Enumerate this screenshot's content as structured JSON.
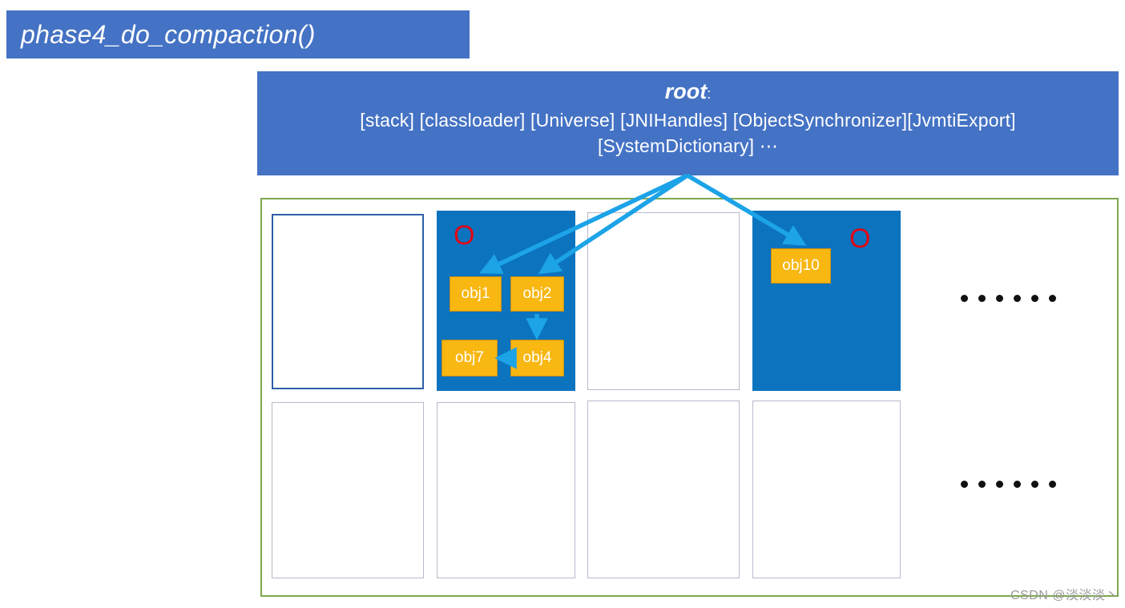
{
  "title_banner": {
    "text": "phase4_do_compaction()",
    "background": "#4472C4",
    "text_color": "#ffffff"
  },
  "root_box": {
    "heading": "root",
    "heading_suffix": ":",
    "line1": "[stack]  [classloader]  [Universe]  [JNIHandles]  [ObjectSynchronizer][JvmtiExport]",
    "line2": "[SystemDictionary]  ⋯",
    "background": "#4472C4",
    "text_color": "#ffffff"
  },
  "heap": {
    "border_color": "#7DA84F",
    "region_fill_color": "#0C73BE",
    "object_fill_color": "#F8B711",
    "marker_color": "#E30613",
    "arrow_color": "#1CA3E8",
    "rows": [
      {
        "row_index": 0,
        "regions": [
          {
            "id": "r1c1",
            "style": "blue-outline",
            "label": "",
            "marker": ""
          },
          {
            "id": "r1c2",
            "style": "filled",
            "label": "",
            "marker": "O"
          },
          {
            "id": "r1c3",
            "style": "empty-outline",
            "label": "",
            "marker": ""
          },
          {
            "id": "r1c4",
            "style": "filled",
            "label": "",
            "marker": "O"
          }
        ],
        "trailing_dots": 6
      },
      {
        "row_index": 1,
        "regions": [
          {
            "id": "r2c1",
            "style": "empty-outline",
            "label": "",
            "marker": ""
          },
          {
            "id": "r2c2",
            "style": "empty-outline",
            "label": "",
            "marker": ""
          },
          {
            "id": "r2c3",
            "style": "empty-outline",
            "label": "",
            "marker": ""
          },
          {
            "id": "r2c4",
            "style": "empty-outline",
            "label": "",
            "marker": ""
          }
        ],
        "trailing_dots": 6
      }
    ],
    "objects": [
      {
        "id": "obj1",
        "label": "obj1",
        "region": "r1c2"
      },
      {
        "id": "obj2",
        "label": "obj2",
        "region": "r1c2"
      },
      {
        "id": "obj7",
        "label": "obj7",
        "region": "r1c2"
      },
      {
        "id": "obj4",
        "label": "obj4",
        "region": "r1c2"
      },
      {
        "id": "obj10",
        "label": "obj10",
        "region": "r1c4"
      }
    ],
    "arrows": [
      {
        "from": "root",
        "to": "obj1"
      },
      {
        "from": "root",
        "to": "obj2"
      },
      {
        "from": "root",
        "to": "obj10"
      },
      {
        "from": "obj2",
        "to": "obj4"
      },
      {
        "from": "obj4",
        "to": "obj7"
      }
    ]
  },
  "watermark": {
    "text": "CSDN @淡淡淡丶"
  }
}
